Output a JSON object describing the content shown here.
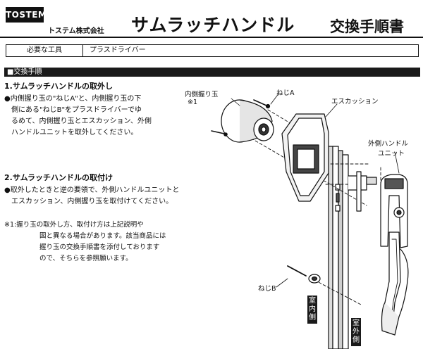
{
  "header": {
    "logo": "TOSTEM",
    "company": "トステム株式会社",
    "title": "サムラッチハンドル",
    "subtitle": "交換手順書"
  },
  "tools": {
    "label": "必要な工具",
    "value": "プラスドライバー"
  },
  "procedure_bar": "■交換手順",
  "section1": {
    "heading": "1.サムラッチハンドルの取外し",
    "lines": [
      "●内側握り玉の\"ねじA\"と、内側握り玉の下",
      "側にある\"ねじB\"をプラスドライバーでゆ",
      "るめて、内側握り玉とエスカッション、外側",
      "ハンドルユニットを取外してください。"
    ]
  },
  "section2": {
    "heading": "2.サムラッチハンドルの取付け",
    "lines": [
      "●取外したときと逆の要領で、外側ハンドルユニットと",
      "エスカッション、内側握り玉を取付けてください。"
    ]
  },
  "note": {
    "lines": [
      "※1:握り玉の取外し方、取付け方は上記説明や",
      "図と異なる場合があります。該当商品には",
      "握り玉の交換手順書を添付しております",
      "ので、そちらを参照願います。"
    ]
  },
  "diagram_labels": {
    "inner_knob": "内側握り玉",
    "inner_knob_note": "※1",
    "screw_a": "ねじA",
    "escutcheon": "エスカッション",
    "outer_handle_1": "外側ハンドル",
    "outer_handle_2": "ユニット",
    "screw_b": "ねじB",
    "indoor": "室内側",
    "outdoor": "室外側"
  }
}
